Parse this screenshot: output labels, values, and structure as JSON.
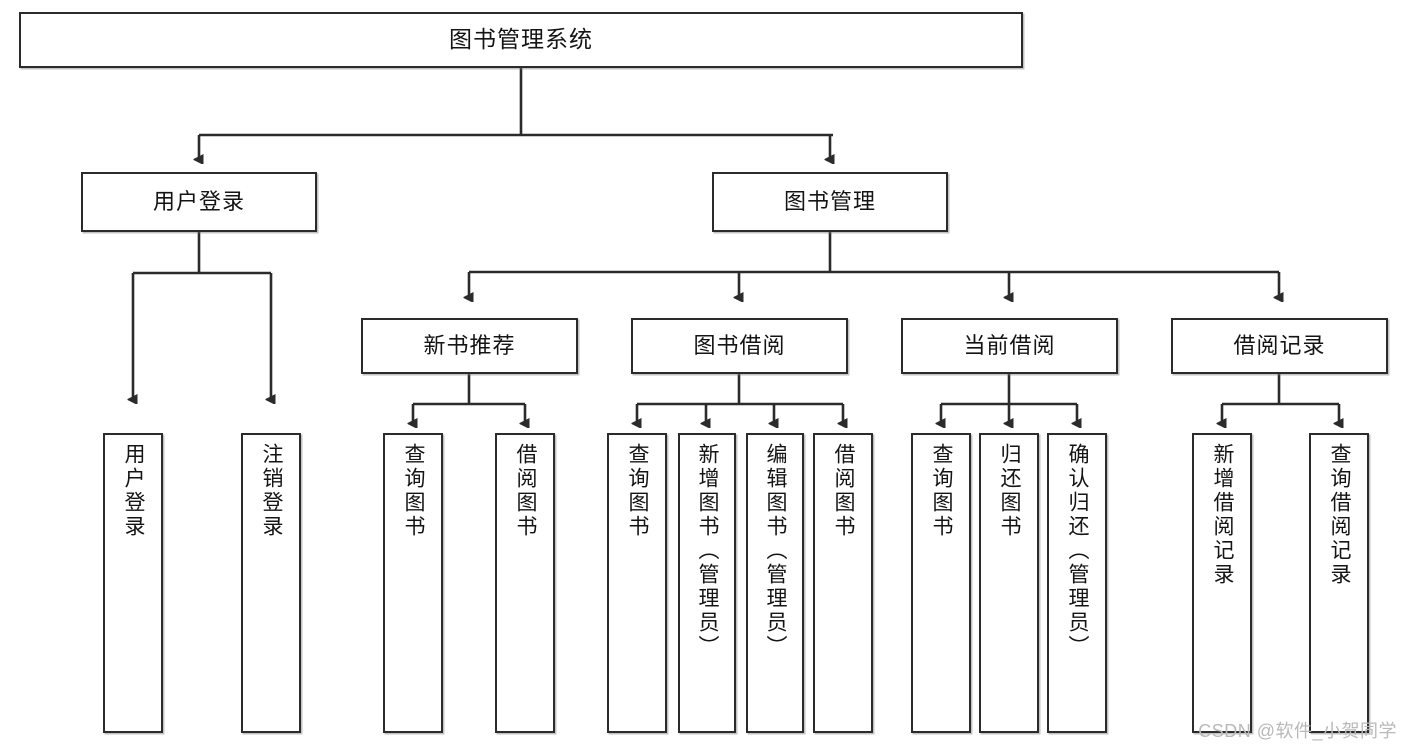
{
  "diagram": {
    "title": "图书管理系统",
    "type": "tree",
    "watermark": "CSDN @软件_小贺同学",
    "colors": {
      "box_border": "#2b2b2b",
      "box_fill": "#ffffff",
      "line": "#2b2b2b",
      "text": "#141414",
      "watermark": "#b9b9b9"
    },
    "levels": {
      "root": [
        "图书管理系统"
      ],
      "level2": [
        "用户登录",
        "图书管理"
      ],
      "level3": [
        "新书推荐",
        "图书借阅",
        "当前借阅",
        "借阅记录"
      ],
      "leaves": [
        "用户登录",
        "注销登录",
        "查询图书",
        "借阅图书",
        "查询图书",
        "新增图书（管理员）",
        "编辑图书（管理员）",
        "借阅图书",
        "查询图书",
        "归还图书",
        "确认归还（管理员）",
        "新增借阅记录",
        "查询借阅记录"
      ]
    }
  },
  "nodes": {
    "root": {
      "label": "图书管理系统"
    },
    "user_login": {
      "label": "用户登录"
    },
    "book_manage": {
      "label": "图书管理"
    },
    "new_book_rec": {
      "label": "新书推荐"
    },
    "book_borrow": {
      "label": "图书借阅"
    },
    "current_borrow": {
      "label": "当前借阅"
    },
    "borrow_record": {
      "label": "借阅记录"
    },
    "leaf_user_login": {
      "label": "用户登录"
    },
    "leaf_logout": {
      "label": "注销登录"
    },
    "leaf_query_book_a": {
      "label": "查询图书"
    },
    "leaf_borrow_book_a": {
      "label": "借阅图书"
    },
    "leaf_query_book_b": {
      "label": "查询图书"
    },
    "leaf_add_book": {
      "label": "新增图书（管理员）"
    },
    "leaf_edit_book": {
      "label": "编辑图书（管理员）"
    },
    "leaf_borrow_book_b": {
      "label": "借阅图书"
    },
    "leaf_query_book_c": {
      "label": "查询图书"
    },
    "leaf_return_book": {
      "label": "归还图书"
    },
    "leaf_confirm_return": {
      "label": "确认归还（管理员）"
    },
    "leaf_add_record": {
      "label": "新增借阅记录"
    },
    "leaf_query_record": {
      "label": "查询借阅记录"
    }
  },
  "watermark": {
    "text": "CSDN @软件_小贺同学"
  }
}
